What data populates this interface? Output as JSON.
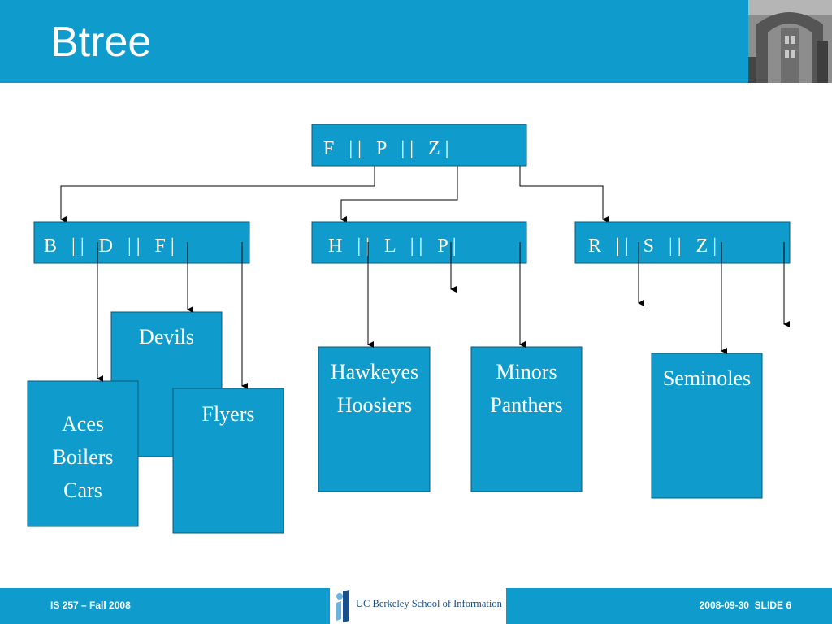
{
  "slide": {
    "title": "Btree",
    "footer_left": "IS 257 – Fall 2008",
    "footer_logo": "UC Berkeley School of Information",
    "footer_right": "2008-09-30  SLIDE 6"
  },
  "colors": {
    "header": "#0f9ccc",
    "node_fill": "#0f9ccc",
    "node_stroke": "#0a5a7a"
  },
  "nodes": {
    "root": "F   | |   P   | |   Z |",
    "left": "B   | |   D   | |   F |",
    "middle": "H   | |   L   | |   P |",
    "right": "R   | |   S   | |   Z |"
  },
  "leaves": {
    "devils": [
      "Devils"
    ],
    "aces": [
      "Aces",
      "Boilers",
      "Cars"
    ],
    "flyers": [
      "Flyers"
    ],
    "hawkeyes": [
      "Hawkeyes",
      "Hoosiers"
    ],
    "minors": [
      "Minors",
      "Panthers"
    ],
    "seminoles": [
      "Seminoles"
    ]
  }
}
